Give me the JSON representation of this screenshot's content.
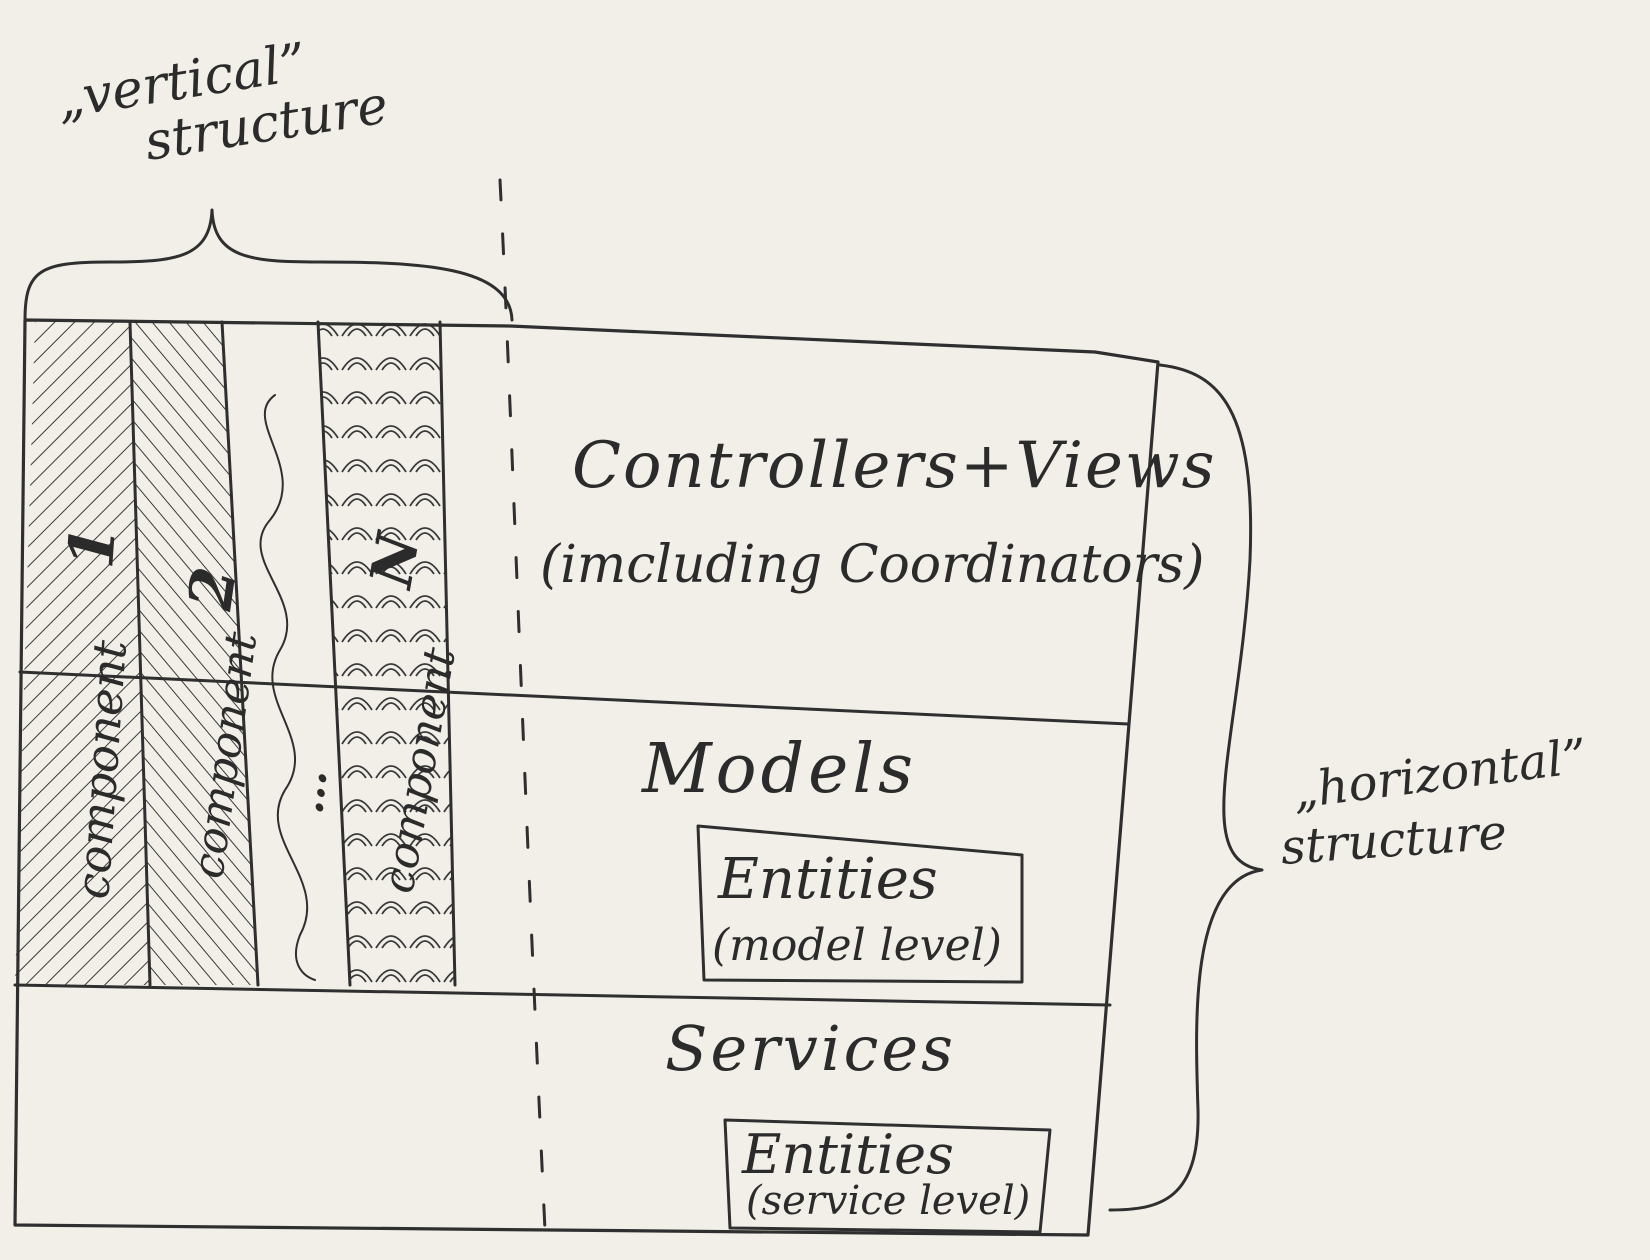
{
  "vertical_label": {
    "line1": "„vertical”",
    "line2": "structure"
  },
  "horizontal_label": {
    "line1": "„horizontal”",
    "line2": "structure"
  },
  "layers": {
    "controllers": {
      "title": "Controllers+Views",
      "subtitle": "(imcluding Coordinators)"
    },
    "models": {
      "title": "Models"
    },
    "services": {
      "title": "Services"
    }
  },
  "entity_boxes": {
    "model": {
      "title": "Entities",
      "subtitle": "(model level)"
    },
    "service": {
      "title": "Entities",
      "subtitle": "(service level)"
    }
  },
  "components": {
    "c1": {
      "label": "component",
      "number": "1"
    },
    "c2": {
      "label": "component",
      "number": "2"
    },
    "ellipsis": "...",
    "cN": {
      "label": "component",
      "number": "N"
    }
  }
}
